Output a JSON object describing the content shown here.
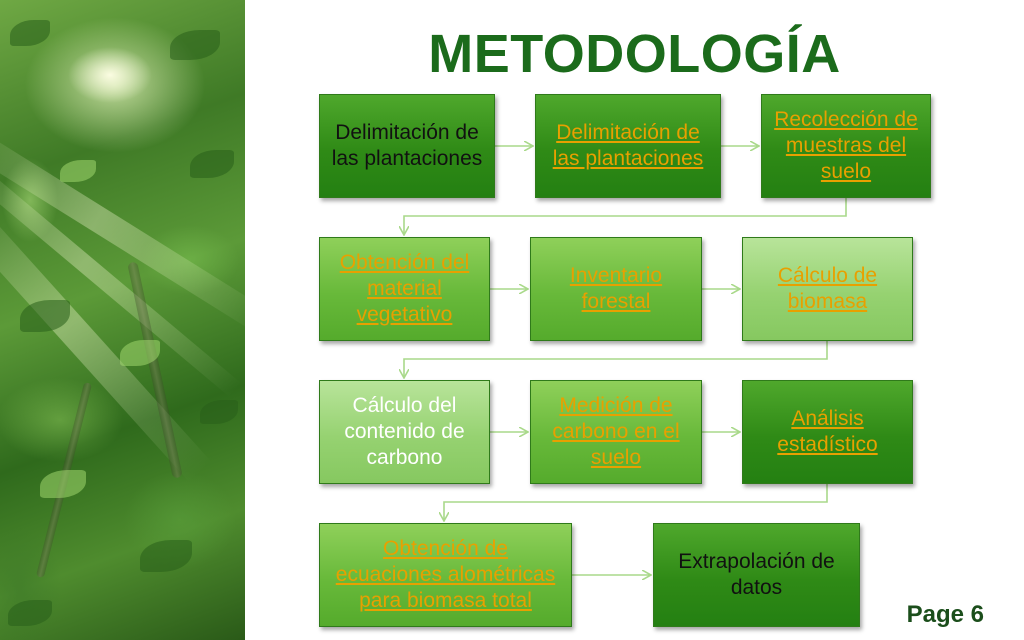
{
  "title": "METODOLOGÍA",
  "steps": [
    {
      "id": "s1",
      "label": "Delimitación de las plantaciones",
      "style": "dark",
      "text_style": "black"
    },
    {
      "id": "s2",
      "label": "Delimitación de las plantaciones",
      "style": "dark",
      "text_style": "link"
    },
    {
      "id": "s3",
      "label": "Recolección de muestras del suelo",
      "style": "dark",
      "text_style": "link"
    },
    {
      "id": "s4",
      "label": "Obtención del material vegetativo",
      "style": "mid",
      "text_style": "link"
    },
    {
      "id": "s5",
      "label": "Inventario forestal",
      "style": "mid",
      "text_style": "link"
    },
    {
      "id": "s6",
      "label": "Cálculo de biomasa",
      "style": "light",
      "text_style": "link"
    },
    {
      "id": "s7",
      "label": "Cálculo del contenido de carbono",
      "style": "light",
      "text_style": "white"
    },
    {
      "id": "s8",
      "label": "Medición de carbono en el suelo",
      "style": "mid",
      "text_style": "link"
    },
    {
      "id": "s9",
      "label": "Análisis estadístico",
      "style": "dark",
      "text_style": "link"
    },
    {
      "id": "s10",
      "label": "Obtención de ecuaciones alométricas para biomasa total",
      "style": "mid",
      "text_style": "link"
    },
    {
      "id": "s11",
      "label": "Extrapolación de datos",
      "style": "dark",
      "text_style": "black"
    }
  ],
  "colors": {
    "title": "#1b6b1b",
    "box_dark": "#2f8a16",
    "box_mid": "#68b93a",
    "box_light": "#96d271",
    "link_text": "#e8a000",
    "connector": "#a9d98a"
  },
  "footer": {
    "page_label": "Page 6"
  }
}
